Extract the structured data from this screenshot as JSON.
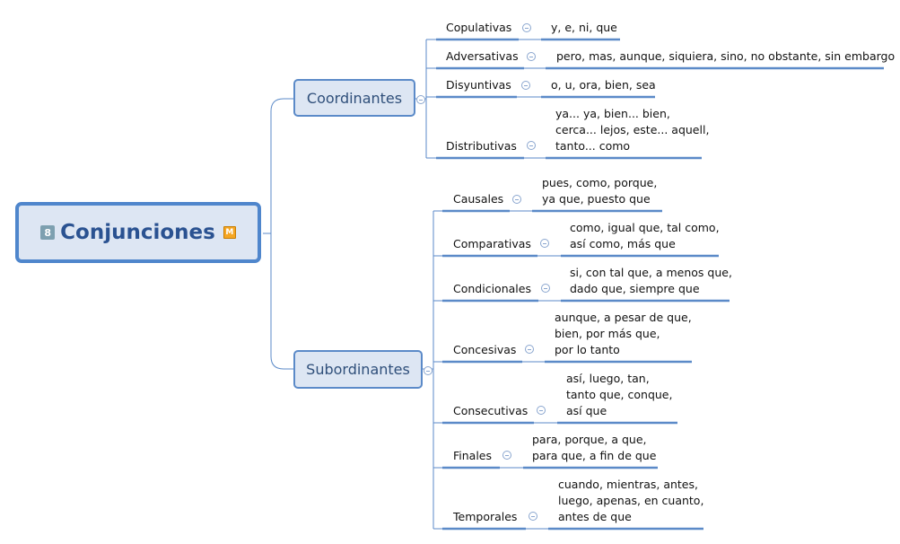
{
  "root": {
    "title": "Conjunciones",
    "badge": "8",
    "marker": "M",
    "marker_icon": "task-marker-icon"
  },
  "colors": {
    "line": "#5b8ac8",
    "box_fill": "#dde6f3",
    "root_border": "#4f86cc",
    "title": "#2a5291"
  },
  "branches": [
    {
      "label": "Coordinantes",
      "children": [
        {
          "label": "Copulativas",
          "examples": [
            "y, e, ni, que"
          ]
        },
        {
          "label": "Adversativas",
          "examples": [
            "pero, mas, aunque, siquiera, sino, no obstante, sin embargo"
          ]
        },
        {
          "label": "Disyuntivas",
          "examples": [
            "o, u, ora, bien, sea"
          ]
        },
        {
          "label": "Distributivas",
          "examples": [
            "ya... ya, bien... bien,",
            "cerca... lejos, este... aquell,",
            "tanto... como"
          ]
        }
      ]
    },
    {
      "label": "Subordinantes",
      "children": [
        {
          "label": "Causales",
          "examples": [
            "pues, como, porque,",
            "ya que, puesto que"
          ]
        },
        {
          "label": "Comparativas",
          "examples": [
            "como, igual que, tal como,",
            "así como, más que"
          ]
        },
        {
          "label": "Condicionales",
          "examples": [
            "si, con tal que, a menos que,",
            "dado que, siempre que"
          ]
        },
        {
          "label": "Concesivas",
          "examples": [
            "aunque, a pesar de que,",
            "bien, por más que,",
            "por lo tanto"
          ]
        },
        {
          "label": "Consecutivas",
          "examples": [
            "así, luego, tan,",
            "tanto que, conque,",
            "así que"
          ]
        },
        {
          "label": "Finales",
          "examples": [
            "para, porque, a que,",
            "para que, a fin de que"
          ]
        },
        {
          "label": "Temporales",
          "examples": [
            "cuando, mientras, antes,",
            "luego, apenas, en cuanto,",
            "antes de que"
          ]
        }
      ]
    }
  ]
}
